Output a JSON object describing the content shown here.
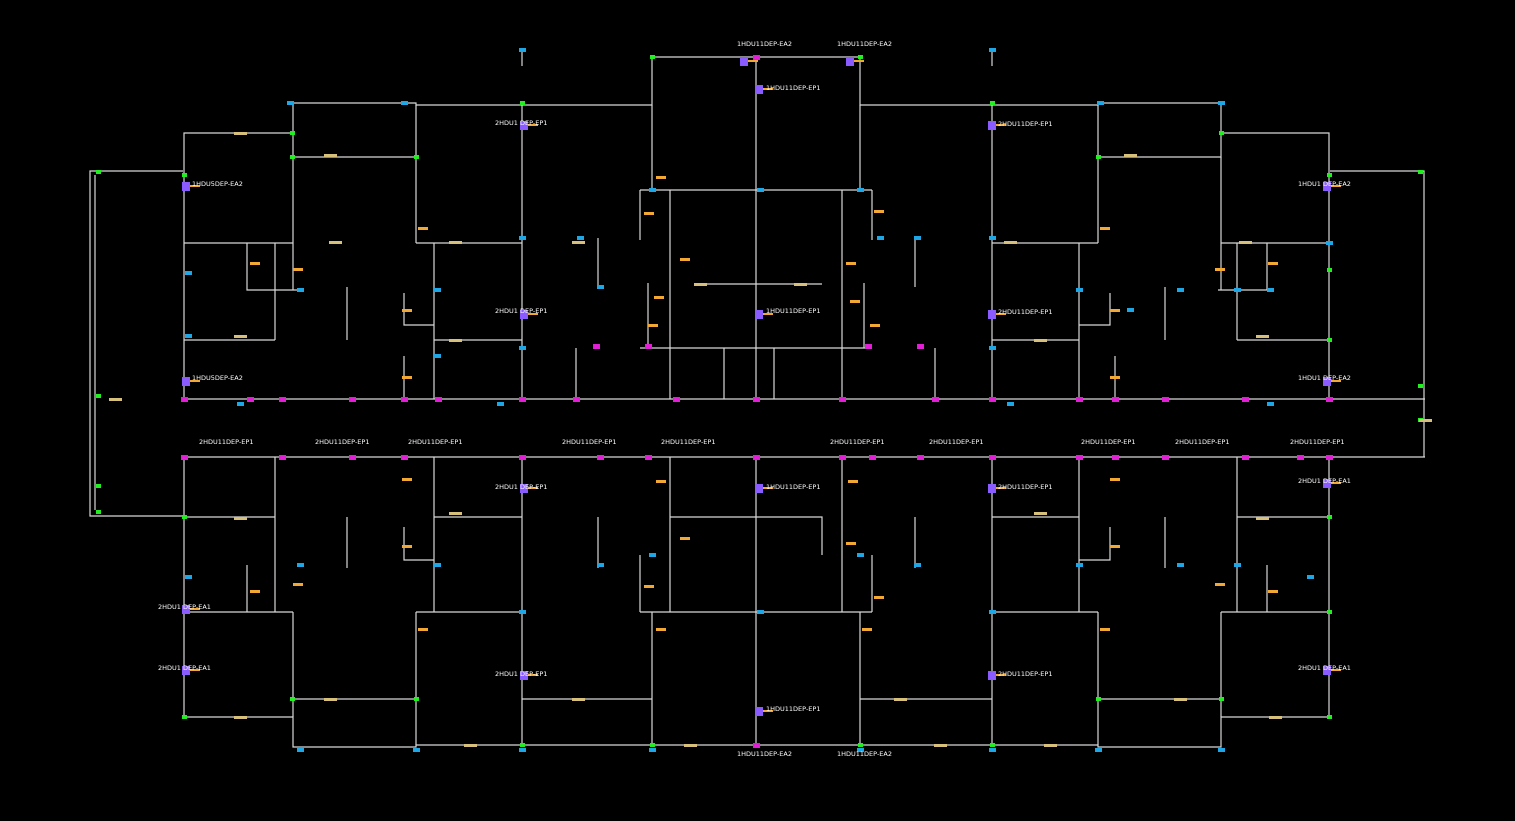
{
  "drawing": {
    "background": "#000000",
    "wall_color": "#d8d8d8",
    "label_color": "#ffffff",
    "marker_colors": {
      "green": "#22ee22",
      "cyan": "#1ea7e6",
      "magenta": "#e21fd7",
      "orange": "#f3a833",
      "yellow": "#d6c07a",
      "purple": "#8a5cff"
    },
    "labels": {
      "top_ea2_left": "1HDU11DEP-EA2",
      "top_ea2_right": "1HDU11DEP-EA2",
      "core_ep1_top": "1HDU11DEP-EP1",
      "core_ep1_mid": "1HDU11DEP-EP1",
      "left_ep1_upper": "2HDU1 DEP-EP1",
      "left_ep1_mid": "2HDU1 DEP-EP1",
      "right_ep1_upper": "2HDU11DEP-EP1",
      "right_ep1_mid": "2HDU11DEP-EP1",
      "far_left_ea2_upper": "1HDU5DEP-EA2",
      "far_left_ea2_lower": "1HDU5DEP-EA2",
      "far_right_ea2_upper": "1HDU1 DEP-EA2",
      "far_right_ea2_lower": "1HDU1 DEP-EA2",
      "corridor_ep1": "2HDU11DEP-EP1",
      "lower_ep1_left": "2HDU1 DEP-EP1",
      "lower_ep1_core": "1HDU11DEP-EP1",
      "lower_ep1_right": "2HDU11DEP-EP1",
      "lower_ea1_left": "2HDU1 DEP-EA1",
      "lower_ea1_right": "2HDU1 DEP-EA1",
      "core_ep1_bottom": "1HDU11DEP-EP1",
      "bottom_ea2_left": "1HDU11DEP-EA2",
      "bottom_ea2_right": "1HDU11DEP-EA2"
    }
  }
}
